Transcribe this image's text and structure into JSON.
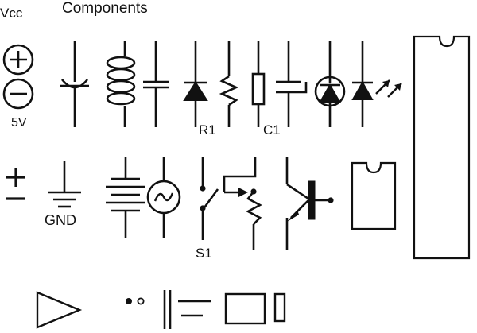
{
  "diagram": {
    "title": "Components",
    "type": "electronic-schematic-symbol-sheet",
    "background_color": "#ffffff",
    "stroke_color": "#111111"
  },
  "labels": {
    "title": "Components",
    "vcc": "Vcc",
    "voltage": "5V",
    "r1": "R1",
    "c1": "C1",
    "gnd": "GND",
    "s1": "S1"
  },
  "rows": [
    {
      "name": "row-1",
      "symbols": [
        {
          "name": "vcc-power-source",
          "label": "Vcc",
          "value": "5V",
          "glyphs": [
            "plus-circle",
            "minus-circle"
          ]
        },
        {
          "name": "polarized-capacitor",
          "label": ""
        },
        {
          "name": "inductor-coil",
          "label": ""
        },
        {
          "name": "capacitor",
          "label": ""
        },
        {
          "name": "diode",
          "label": "R1"
        },
        {
          "name": "resistor-zigzag",
          "label": ""
        },
        {
          "name": "resistor-box",
          "label": "C1"
        },
        {
          "name": "trimmer-capacitor",
          "label": ""
        },
        {
          "name": "circled-diode",
          "label": ""
        },
        {
          "name": "led",
          "label": ""
        },
        {
          "name": "integrated-circuit-large",
          "label": ""
        }
      ]
    },
    {
      "name": "row-2",
      "symbols": [
        {
          "name": "polarity-markers",
          "label": "+ −"
        },
        {
          "name": "ground",
          "label": "GND"
        },
        {
          "name": "battery",
          "label": ""
        },
        {
          "name": "ac-source",
          "label": ""
        },
        {
          "name": "switch",
          "label": "S1"
        },
        {
          "name": "potentiometer",
          "label": ""
        },
        {
          "name": "npn-transistor",
          "label": ""
        },
        {
          "name": "integrated-circuit-small",
          "label": ""
        }
      ]
    },
    {
      "name": "row-3",
      "symbols": [
        {
          "name": "amplifier-triangle",
          "label": ""
        },
        {
          "name": "terminal-dots",
          "label": ""
        },
        {
          "name": "parallel-lines",
          "label": ""
        },
        {
          "name": "horizontal-bars",
          "label": ""
        },
        {
          "name": "rectangle-block",
          "label": ""
        },
        {
          "name": "narrow-rectangle-block",
          "label": ""
        }
      ]
    }
  ]
}
